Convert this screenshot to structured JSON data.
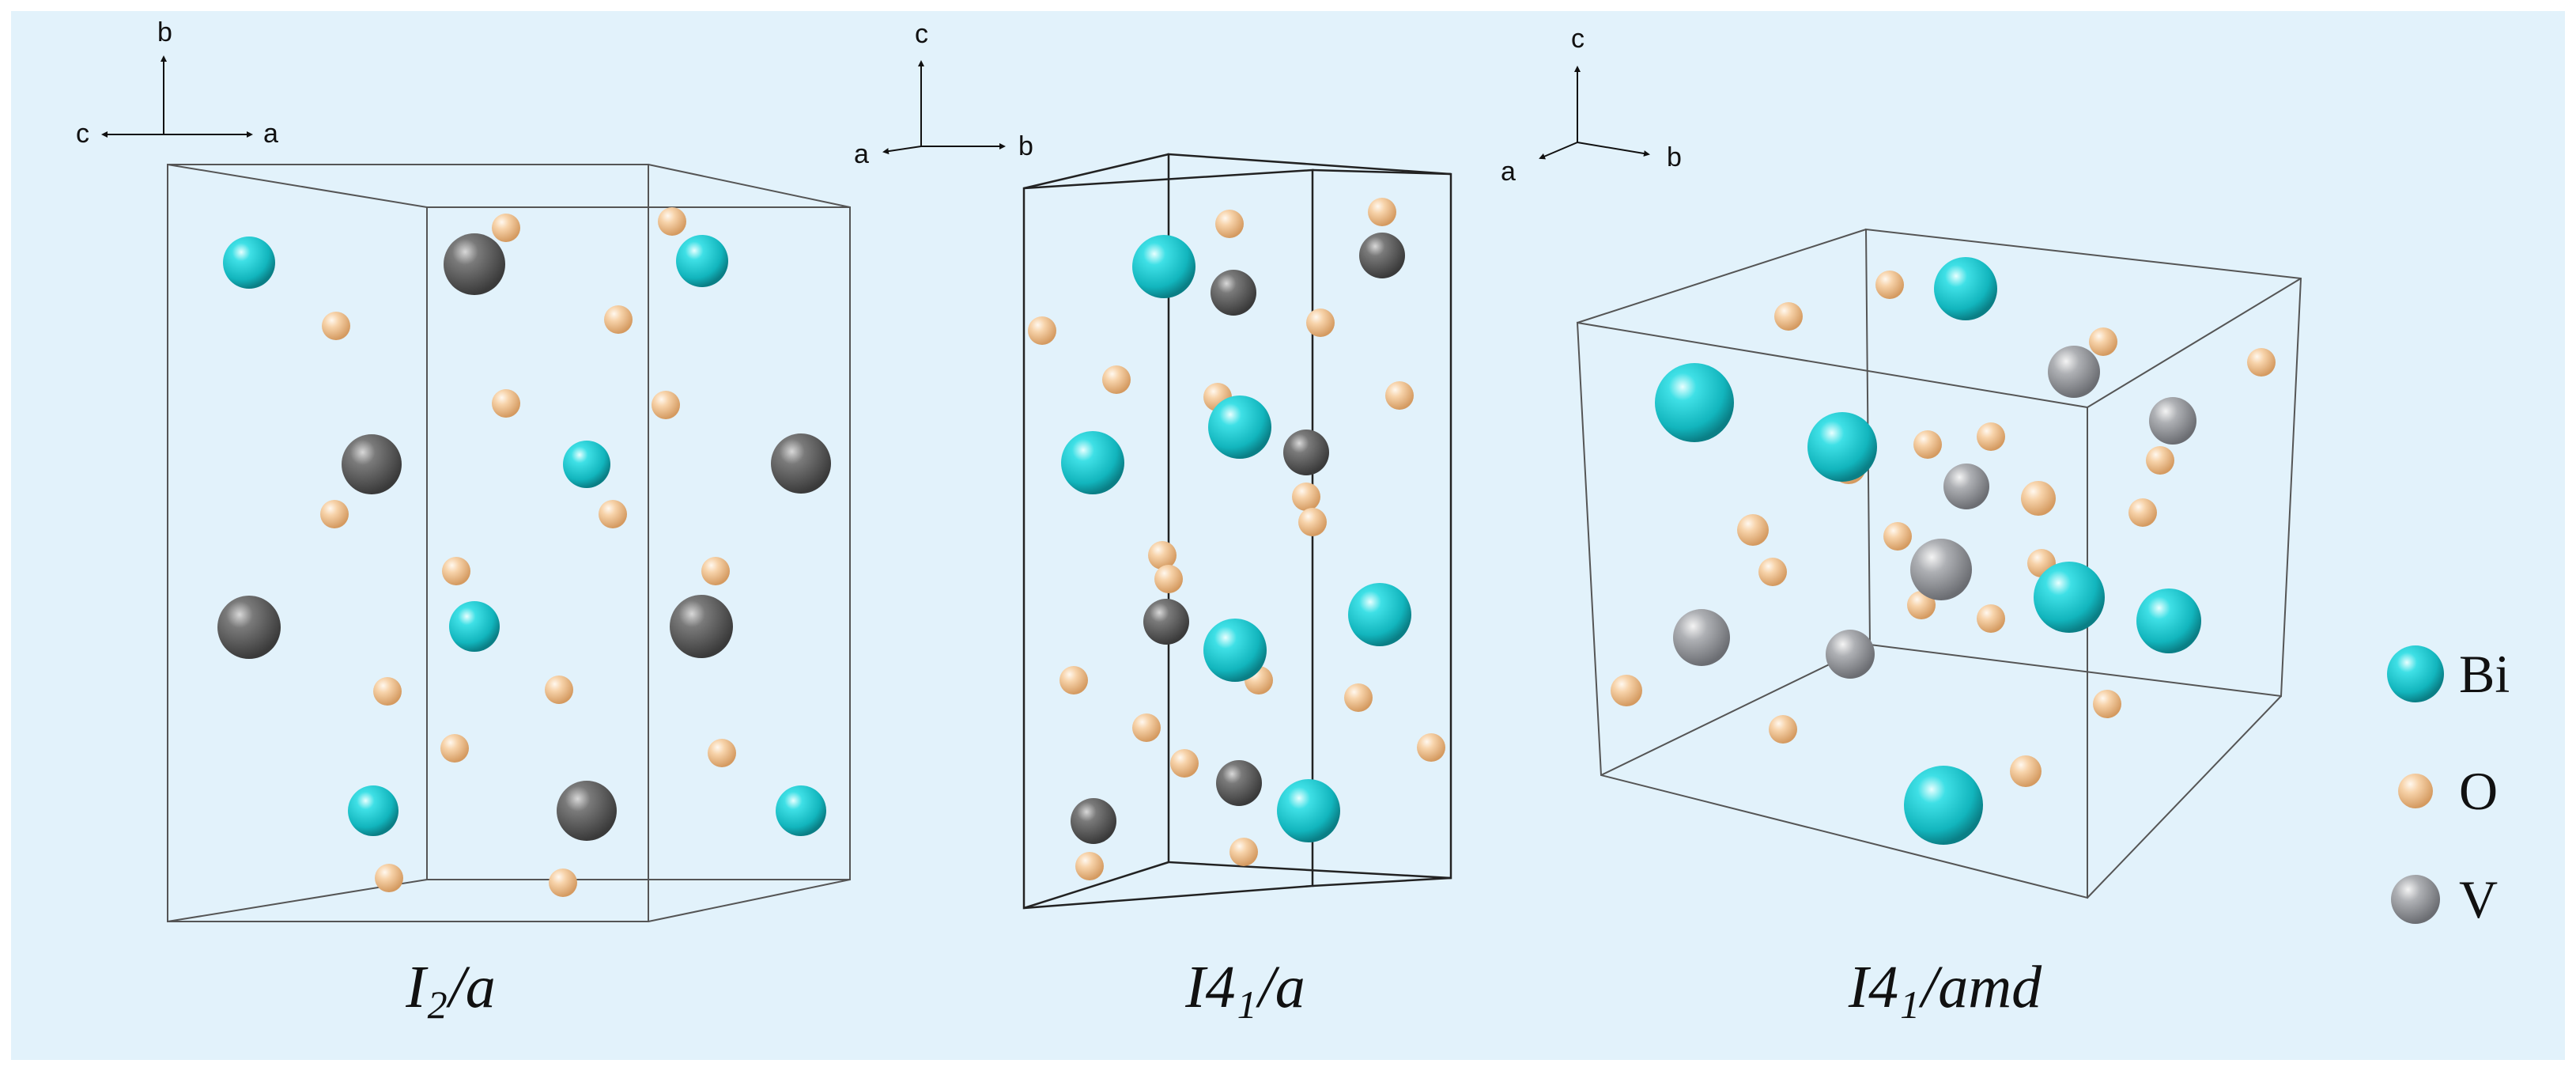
{
  "structures": [
    {
      "name": "I2/a",
      "label_base": "I",
      "label_sub": "2",
      "label_rest": "/a",
      "axes": {
        "up": "b",
        "left": "c",
        "right": "a"
      }
    },
    {
      "name": "I41/a",
      "label_base": "I4",
      "label_sub": "1",
      "label_rest": "/a",
      "axes": {
        "up": "c",
        "left": "a",
        "right": "b"
      }
    },
    {
      "name": "I41/amd",
      "label_base": "I4",
      "label_sub": "1",
      "label_rest": "/amd",
      "axes": {
        "up": "c",
        "left": "a",
        "right": "b"
      }
    }
  ],
  "legend": [
    {
      "element": "Bi",
      "color": "#19c6cc"
    },
    {
      "element": "O",
      "color": "#f5c99a"
    },
    {
      "element": "V",
      "color": "#8e9094"
    }
  ],
  "atom_colors": {
    "Bi": "#19c6cc",
    "O": "#f5c99a",
    "V_dark": "#5c5c5c",
    "V_light": "#9a9ca0"
  }
}
